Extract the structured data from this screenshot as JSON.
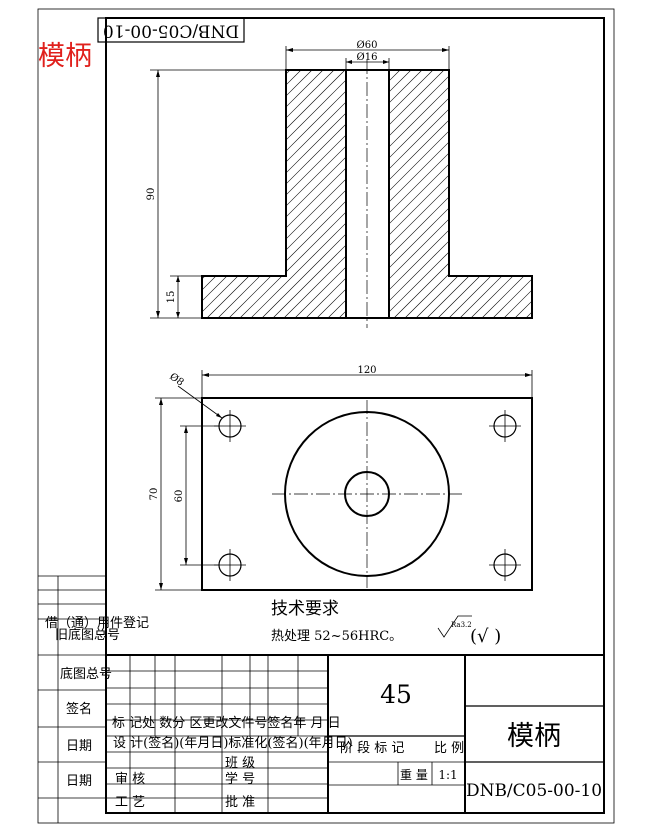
{
  "part_name_overlay": "模柄",
  "drawing_number_rotated": "DNB/C05-00-10",
  "dimensions": {
    "top_d60": "Ø60",
    "top_d16": "Ø16",
    "height_90": "90",
    "flange_15": "15",
    "width_120": "120",
    "hole_d8": "Ø8",
    "height_70": "70",
    "hole_spacing_60": "60"
  },
  "technical_requirements": {
    "title": "技术要求",
    "heat_treatment": "热处理 52~56HRC。",
    "roughness_value": "Ra3.2",
    "roughness_other": "(√   )"
  },
  "left_strip": {
    "borrow_register": "借（通）用件登记",
    "base_drawing_no_1": "旧底图总号",
    "base_drawing_no_2": "底图总号",
    "signature": "签名",
    "date_1": "日期",
    "date_2": "日期"
  },
  "title_block": {
    "material": "45",
    "part_name": "模柄",
    "drawing_number": "DNB/C05-00-10",
    "header_row_1": "标 记处 数分 区更改文件号签名年 月 日",
    "header_row_2": "设 计(签名)(年月日)标准化(签名)(年月日)",
    "stage_labels": "阶 段 标 记",
    "weight_label": "重 量",
    "scale_label": "比 例",
    "scale_value": "1:1",
    "review": "审 核",
    "process": "工 艺",
    "class": "班 级",
    "student_no": "学 号",
    "approve": "批 准"
  }
}
